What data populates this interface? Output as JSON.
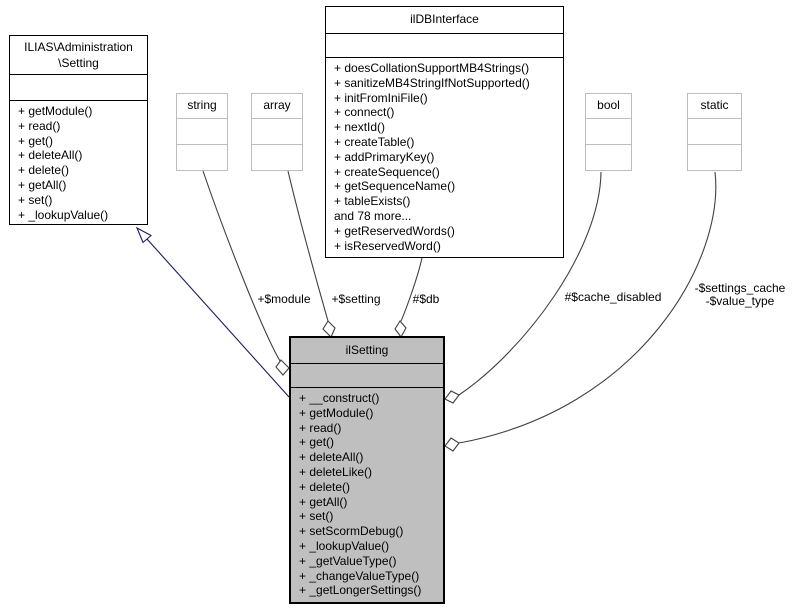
{
  "colors": {
    "node_fill": "#bfbfbf",
    "primitive_border": "#bdbdbd",
    "edge_color": "#404040",
    "inheritance_color": "#191970",
    "label_color": "#000000"
  },
  "classes": {
    "ilias_setting": {
      "title_line1": "ILIAS\\Administration",
      "title_line2": "\\Setting",
      "members": [
        "+ getModule()",
        "+ read()",
        "+ get()",
        "+ deleteAll()",
        "+ delete()",
        "+ getAll()",
        "+ set()",
        "+ _lookupValue()"
      ]
    },
    "ildb_interface": {
      "title": "ilDBInterface",
      "members": [
        "+ doesCollationSupportMB4Strings()",
        "+ sanitizeMB4StringIfNotSupported()",
        "+ initFromIniFile()",
        "+ connect()",
        "+ nextId()",
        "+ createTable()",
        "+ addPrimaryKey()",
        "+ createSequence()",
        "+ getSequenceName()",
        "+ tableExists()",
        "and 78 more...",
        "+ getReservedWords()",
        "+ isReservedWord()"
      ]
    },
    "string_type": {
      "title": "string"
    },
    "array_type": {
      "title": "array"
    },
    "bool_type": {
      "title": "bool"
    },
    "static_type": {
      "title": "static"
    },
    "il_setting": {
      "title": "ilSetting",
      "members": [
        "+ __construct()",
        "+ getModule()",
        "+ read()",
        "+ get()",
        "+ deleteAll()",
        "+ deleteLike()",
        "+ delete()",
        "+ getAll()",
        "+ set()",
        "+ setScormDebug()",
        "+ _lookupValue()",
        "+ _getValueType()",
        "+ _changeValueType()",
        "+ _getLongerSettings()"
      ]
    }
  },
  "edges": {
    "module_label": "+$module",
    "setting_label": "+$setting",
    "db_label": "#$db",
    "cache_disabled_label": "#$cache_disabled",
    "settings_cache_label": "-$settings_cache",
    "value_type_label": "-$value_type"
  }
}
